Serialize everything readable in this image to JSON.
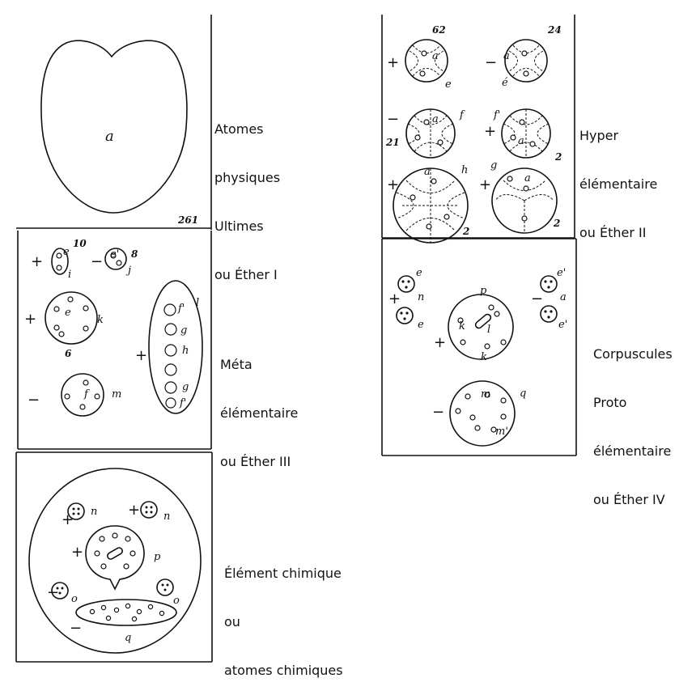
{
  "captions": {
    "ether1": [
      "Atomes",
      "physiques",
      "Ultimes",
      "ou Éther I"
    ],
    "ether2": [
      "Hyper",
      "élémentaire",
      "ou Éther II"
    ],
    "ether3": [
      "Méta",
      "élémentaire",
      "ou Éther III"
    ],
    "ether4": [
      "Corpuscules",
      "Proto",
      "élémentaire",
      "ou Éther IV"
    ],
    "chemical": [
      "Élément chimique",
      "ou",
      "atomes chimiques"
    ]
  },
  "panel1": {
    "label_a": "a",
    "number": "261"
  },
  "panel2": {
    "numbers": [
      "62",
      "24",
      "21",
      "2",
      "2",
      "2"
    ],
    "labels": {
      "a1": "a",
      "e": "e",
      "a2": "a",
      "e2": "é",
      "a3": "a",
      "f": "f",
      "f1": "f'",
      "a4": "a",
      "a5": "a",
      "h": "h",
      "g": "g",
      "a6": "a"
    },
    "signs": [
      "+",
      "−",
      "−",
      "+",
      "+",
      "+"
    ]
  },
  "panel3": {
    "numbers": [
      "10",
      "8",
      "6"
    ],
    "labels": {
      "e": "e",
      "i": "i",
      "e1": "e'",
      "j": "j",
      "e_big": "e",
      "k": "k",
      "l": "l",
      "f1": "f'",
      "g1": "g",
      "h": "h",
      "g2": "g",
      "f2": "f'",
      "f": "f",
      "m": "m"
    },
    "signs": [
      "+",
      "−",
      "+",
      "+",
      "−"
    ]
  },
  "panel4": {
    "labels": {
      "e1": "e",
      "n": "n",
      "e2": "e",
      "p": "p",
      "k1": "k",
      "l": "l",
      "k2": "k",
      "e3": "e'",
      "a": "a",
      "e4": "e'",
      "m1": "m",
      "q": "q",
      "m2": "m'"
    },
    "signs": [
      "+",
      "+",
      "−",
      "−"
    ]
  },
  "panel5": {
    "labels": {
      "n1": "n",
      "n2": "n",
      "p": "p",
      "o1": "o",
      "o2": "o",
      "q": "q"
    },
    "signs": [
      "+",
      "+",
      "+",
      "−",
      "−"
    ]
  }
}
